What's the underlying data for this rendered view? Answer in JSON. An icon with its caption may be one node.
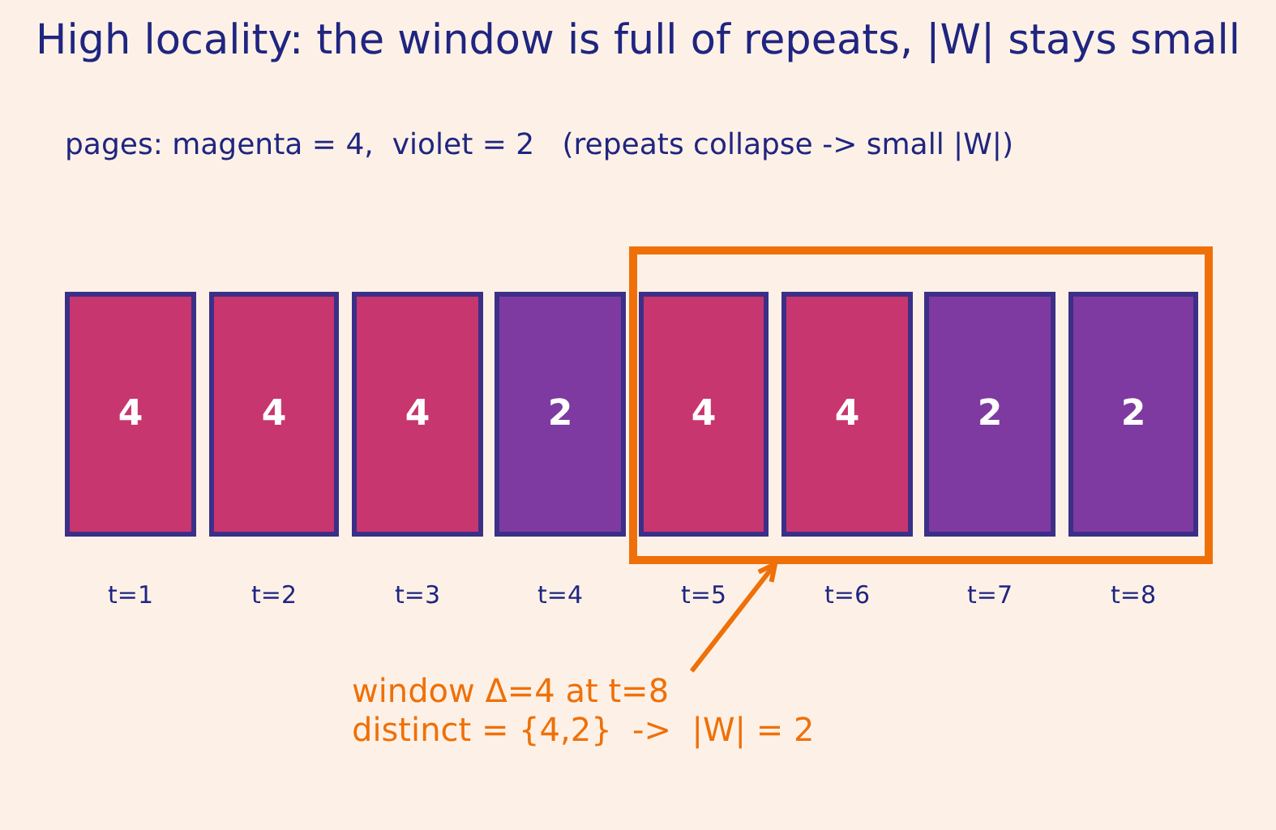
{
  "diagram": {
    "title": "High locality: the window is full of repeats, |W| stays small",
    "nodes": [
      {
        "text": [
          "4"
        ],
        "beside": [
          "t=1"
        ]
      },
      {
        "text": [
          "4"
        ],
        "beside": [
          "t=2"
        ]
      },
      {
        "text": [
          "4"
        ],
        "beside": [
          "t=3"
        ]
      },
      {
        "text": [
          "2"
        ],
        "beside": [
          "t=4"
        ]
      },
      {
        "text": [],
        "shape": "box"
      },
      {
        "text": [
          "4"
        ],
        "beside": [
          "t=5"
        ],
        "in": 4
      },
      {
        "text": [
          "4"
        ],
        "beside": [
          "t=6"
        ],
        "in": 4
      },
      {
        "text": [
          "2"
        ],
        "beside": [
          "t=7"
        ],
        "in": 4
      },
      {
        "text": [
          "2"
        ],
        "beside": [
          "t=8"
        ],
        "in": 4
      },
      {
        "text": [
          "window Δ=4 at t=8",
          "distinct = {4,2}  ->  |W| = 2"
        ]
      }
    ],
    "edges": [
      {
        "from": 9,
        "to": 4,
        "arrow": "to"
      }
    ],
    "labels": [
      "pages: magenta = 4,  violet = 2   (repeats collapse -> small |W|)"
    ]
  }
}
